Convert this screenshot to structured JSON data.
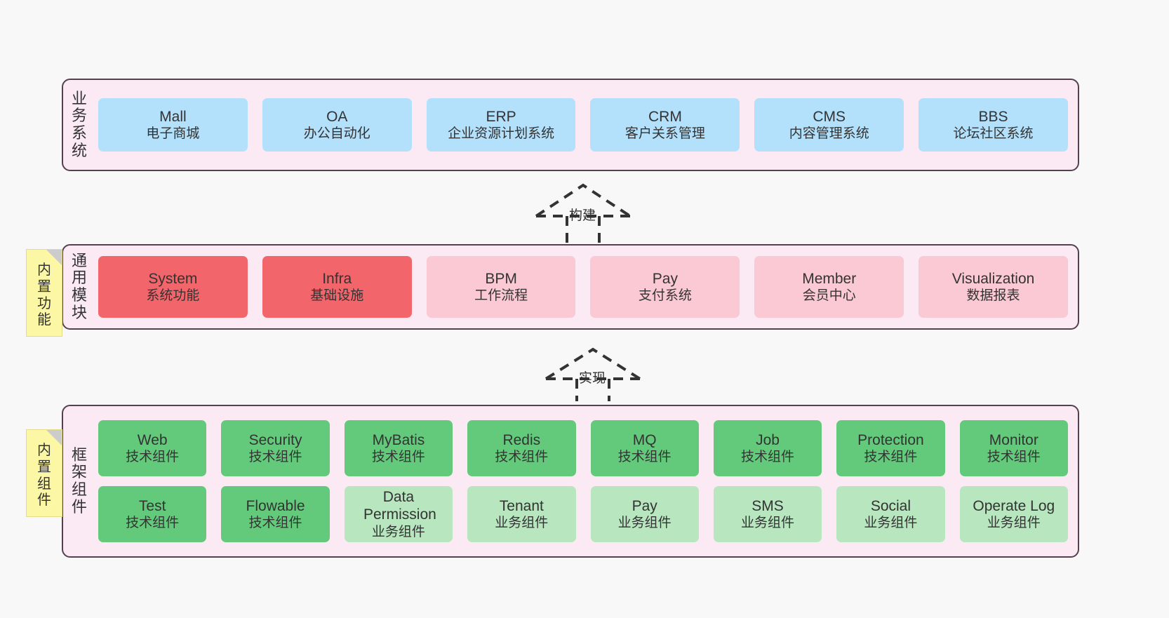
{
  "diagram": {
    "title": "",
    "background_color": "#f8f8f8",
    "layer_fill": "#fbeaf3",
    "layer_border": "#55404f"
  },
  "layers": [
    {
      "id": "business",
      "title": "业务系统",
      "title_chars": [
        "业",
        "务",
        "系",
        "统"
      ],
      "card_color": "#b3e0fb",
      "cards": [
        {
          "name": "Mall",
          "desc": "电子商城"
        },
        {
          "name": "OA",
          "desc": "办公自动化"
        },
        {
          "name": "ERP",
          "desc": "企业资源计划系统"
        },
        {
          "name": "CRM",
          "desc": "客户关系管理"
        },
        {
          "name": "CMS",
          "desc": "内容管理系统"
        },
        {
          "name": "BBS",
          "desc": "论坛社区系统"
        }
      ]
    },
    {
      "id": "common-module",
      "title": "通用模块",
      "title_chars": [
        "通",
        "用",
        "模",
        "块"
      ],
      "note": {
        "text": "内置功能",
        "chars": [
          "内",
          "置",
          "功",
          "能"
        ],
        "color": "#fcf7a4"
      },
      "card_color_primary": "#f2656a",
      "card_color_secondary": "#fac9d3",
      "cards": [
        {
          "name": "System",
          "desc": "系统功能",
          "highlight": true
        },
        {
          "name": "Infra",
          "desc": "基础设施",
          "highlight": true
        },
        {
          "name": "BPM",
          "desc": "工作流程",
          "highlight": false
        },
        {
          "name": "Pay",
          "desc": "支付系统",
          "highlight": false
        },
        {
          "name": "Member",
          "desc": "会员中心",
          "highlight": false
        },
        {
          "name": "Visualization",
          "desc": "数据报表",
          "highlight": false
        }
      ]
    },
    {
      "id": "framework-component",
      "title": "框架组件",
      "title_chars": [
        "框",
        "架",
        "组",
        "件"
      ],
      "note": {
        "text": "内置组件",
        "chars": [
          "内",
          "置",
          "组",
          "件"
        ],
        "color": "#fcf7a4"
      },
      "card_color_tech": "#64ca7b",
      "card_color_service": "#b7e6bf",
      "rows": [
        [
          {
            "name": "Web",
            "desc": "技术组件",
            "kind": "tech"
          },
          {
            "name": "Security",
            "desc": "技术组件",
            "kind": "tech"
          },
          {
            "name": "MyBatis",
            "desc": "技术组件",
            "kind": "tech"
          },
          {
            "name": "Redis",
            "desc": "技术组件",
            "kind": "tech"
          },
          {
            "name": "MQ",
            "desc": "技术组件",
            "kind": "tech"
          },
          {
            "name": "Job",
            "desc": "技术组件",
            "kind": "tech"
          },
          {
            "name": "Protection",
            "desc": "技术组件",
            "kind": "tech"
          },
          {
            "name": "Monitor",
            "desc": "技术组件",
            "kind": "tech"
          }
        ],
        [
          {
            "name": "Test",
            "desc": "技术组件",
            "kind": "tech"
          },
          {
            "name": "Flowable",
            "desc": "技术组件",
            "kind": "tech"
          },
          {
            "name": "Data Permission",
            "desc": "业务组件",
            "kind": "service"
          },
          {
            "name": "Tenant",
            "desc": "业务组件",
            "kind": "service"
          },
          {
            "name": "Pay",
            "desc": "业务组件",
            "kind": "service"
          },
          {
            "name": "SMS",
            "desc": "业务组件",
            "kind": "service"
          },
          {
            "name": "Social",
            "desc": "业务组件",
            "kind": "service"
          },
          {
            "name": "Operate Log",
            "desc": "业务组件",
            "kind": "service"
          }
        ]
      ]
    }
  ],
  "connectors": [
    {
      "id": "build",
      "label": "构建",
      "style": "dashed-generalization",
      "direction": "up"
    },
    {
      "id": "implement",
      "label": "实现",
      "style": "dashed-generalization",
      "direction": "up"
    }
  ]
}
